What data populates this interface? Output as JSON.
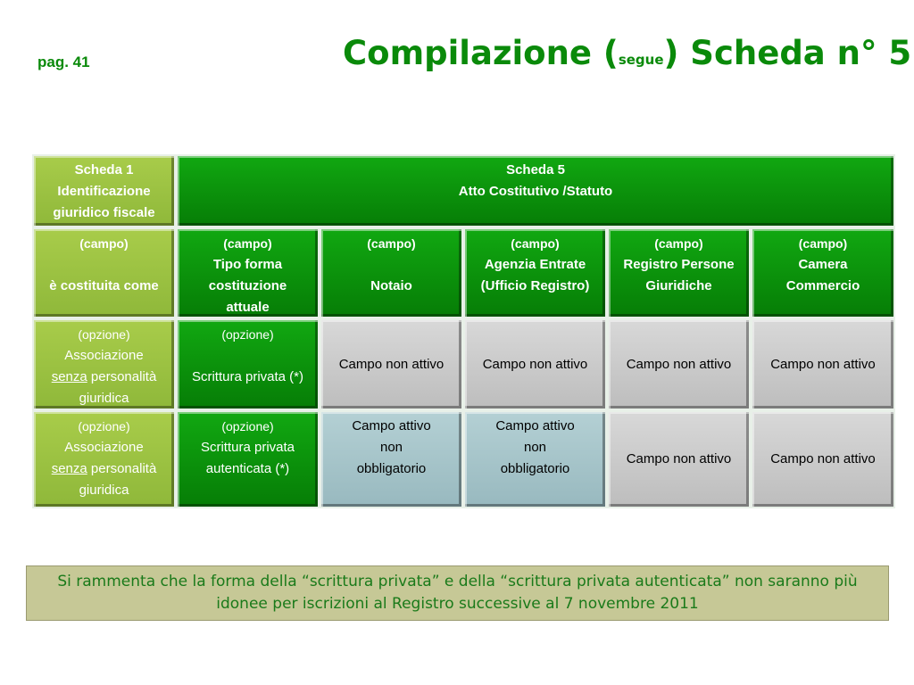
{
  "header": {
    "page": "pag. 41",
    "title_prefix": "Compilazione (",
    "title_small": "segue",
    "title_suffix": ") Scheda n° 5"
  },
  "table": {
    "row0": {
      "left": [
        "Scheda 1",
        "Identificazione",
        "giuridico fiscale"
      ],
      "right": [
        "Scheda 5",
        "Atto Costitutivo /Statuto"
      ]
    },
    "row1": {
      "c0_top": "(campo)",
      "c0_main": "è costituita come",
      "c1_top": "(campo)",
      "c1_lines": [
        "Tipo forma",
        "costituzione",
        "attuale"
      ],
      "c2_top": "(campo)",
      "c2_main": "Notaio",
      "c3_top": "(campo)",
      "c3_lines": [
        "Agenzia Entrate",
        "(Ufficio Registro)"
      ],
      "c4_top": "(campo)",
      "c4_lines": [
        "Registro Persone",
        "Giuridiche"
      ],
      "c5_top": "(campo)",
      "c5_lines": [
        "Camera",
        "Commercio"
      ]
    },
    "row2": {
      "c0_top": "(opzione)",
      "c0_l1": "Associazione",
      "c0_under": "senza",
      "c0_after": " personalità",
      "c0_l3": "giuridica",
      "c1_top": "(opzione)",
      "c1_main": "Scrittura privata (*)",
      "c2": "Campo non attivo",
      "c3": "Campo non attivo",
      "c4": "Campo non attivo",
      "c5": "Campo non attivo"
    },
    "row3": {
      "c0_top": "(opzione)",
      "c0_l1": "Associazione",
      "c0_under": "senza",
      "c0_after": " personalità",
      "c0_l3": "giuridica",
      "c1_top": "(opzione)",
      "c1_lines": [
        "Scrittura privata",
        "autenticata (*)"
      ],
      "c2_lines": [
        "Campo attivo",
        "non",
        "obbligatorio"
      ],
      "c3_lines": [
        "Campo attivo",
        "non",
        "obbligatorio"
      ],
      "c4": "Campo non attivo",
      "c5": "Campo non attivo"
    }
  },
  "note": {
    "line1": "Si rammenta che la forma della  “scrittura privata” e  della “scrittura privata autenticata” non saranno più",
    "line2": "idonee per iscrizioni al Registro successive al 7 novembre 2011"
  },
  "colors": {
    "title_green": "#0a8a0a",
    "light_green": "#9bc242",
    "dark_green": "#0a960a",
    "grey": "#cccccc",
    "teal": "#a6c4c9",
    "note_bg": "#c6c896"
  }
}
